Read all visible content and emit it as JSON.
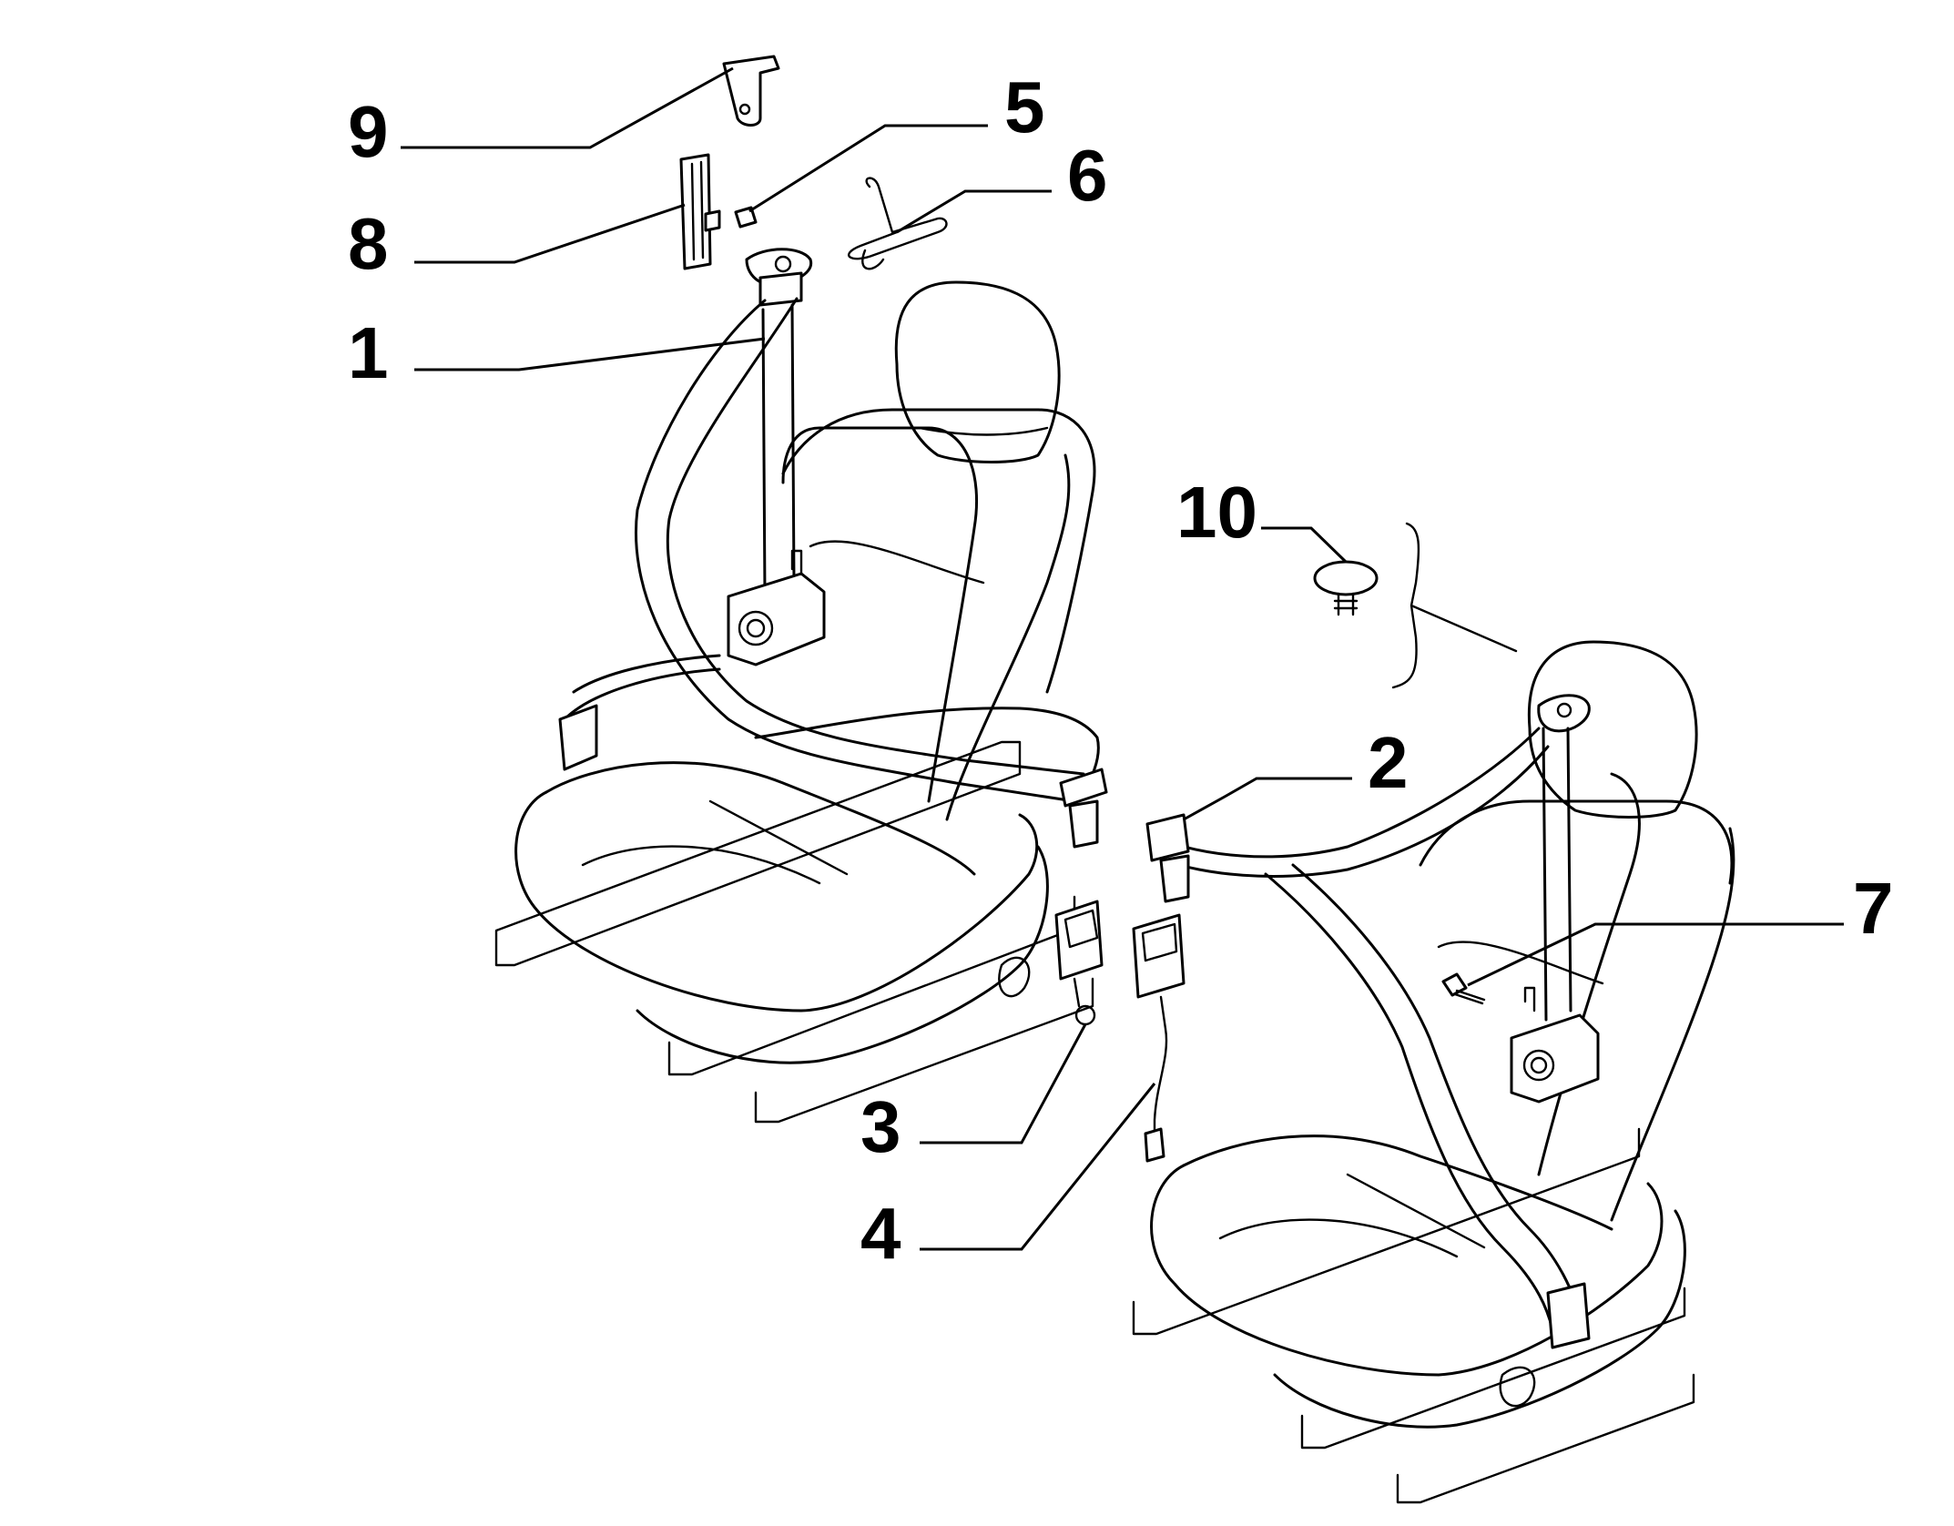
{
  "callouts": [
    {
      "id": "c1",
      "label": "1",
      "part": "shoulder-belt-left"
    },
    {
      "id": "c2",
      "label": "2",
      "part": "shoulder-belt-right"
    },
    {
      "id": "c3",
      "label": "3",
      "part": "buckle-left"
    },
    {
      "id": "c4",
      "label": "4",
      "part": "buckle-right-with-wire"
    },
    {
      "id": "c5",
      "label": "5",
      "part": "small-clip"
    },
    {
      "id": "c6",
      "label": "6",
      "part": "spring-clip"
    },
    {
      "id": "c7",
      "label": "7",
      "part": "anchor-bolt"
    },
    {
      "id": "c8",
      "label": "8",
      "part": "height-adjuster-rail"
    },
    {
      "id": "c9",
      "label": "9",
      "part": "upper-bracket"
    },
    {
      "id": "c10",
      "label": "10",
      "part": "push-button-cap"
    }
  ],
  "colors": {
    "ink": "#000000",
    "paper": "#ffffff"
  }
}
